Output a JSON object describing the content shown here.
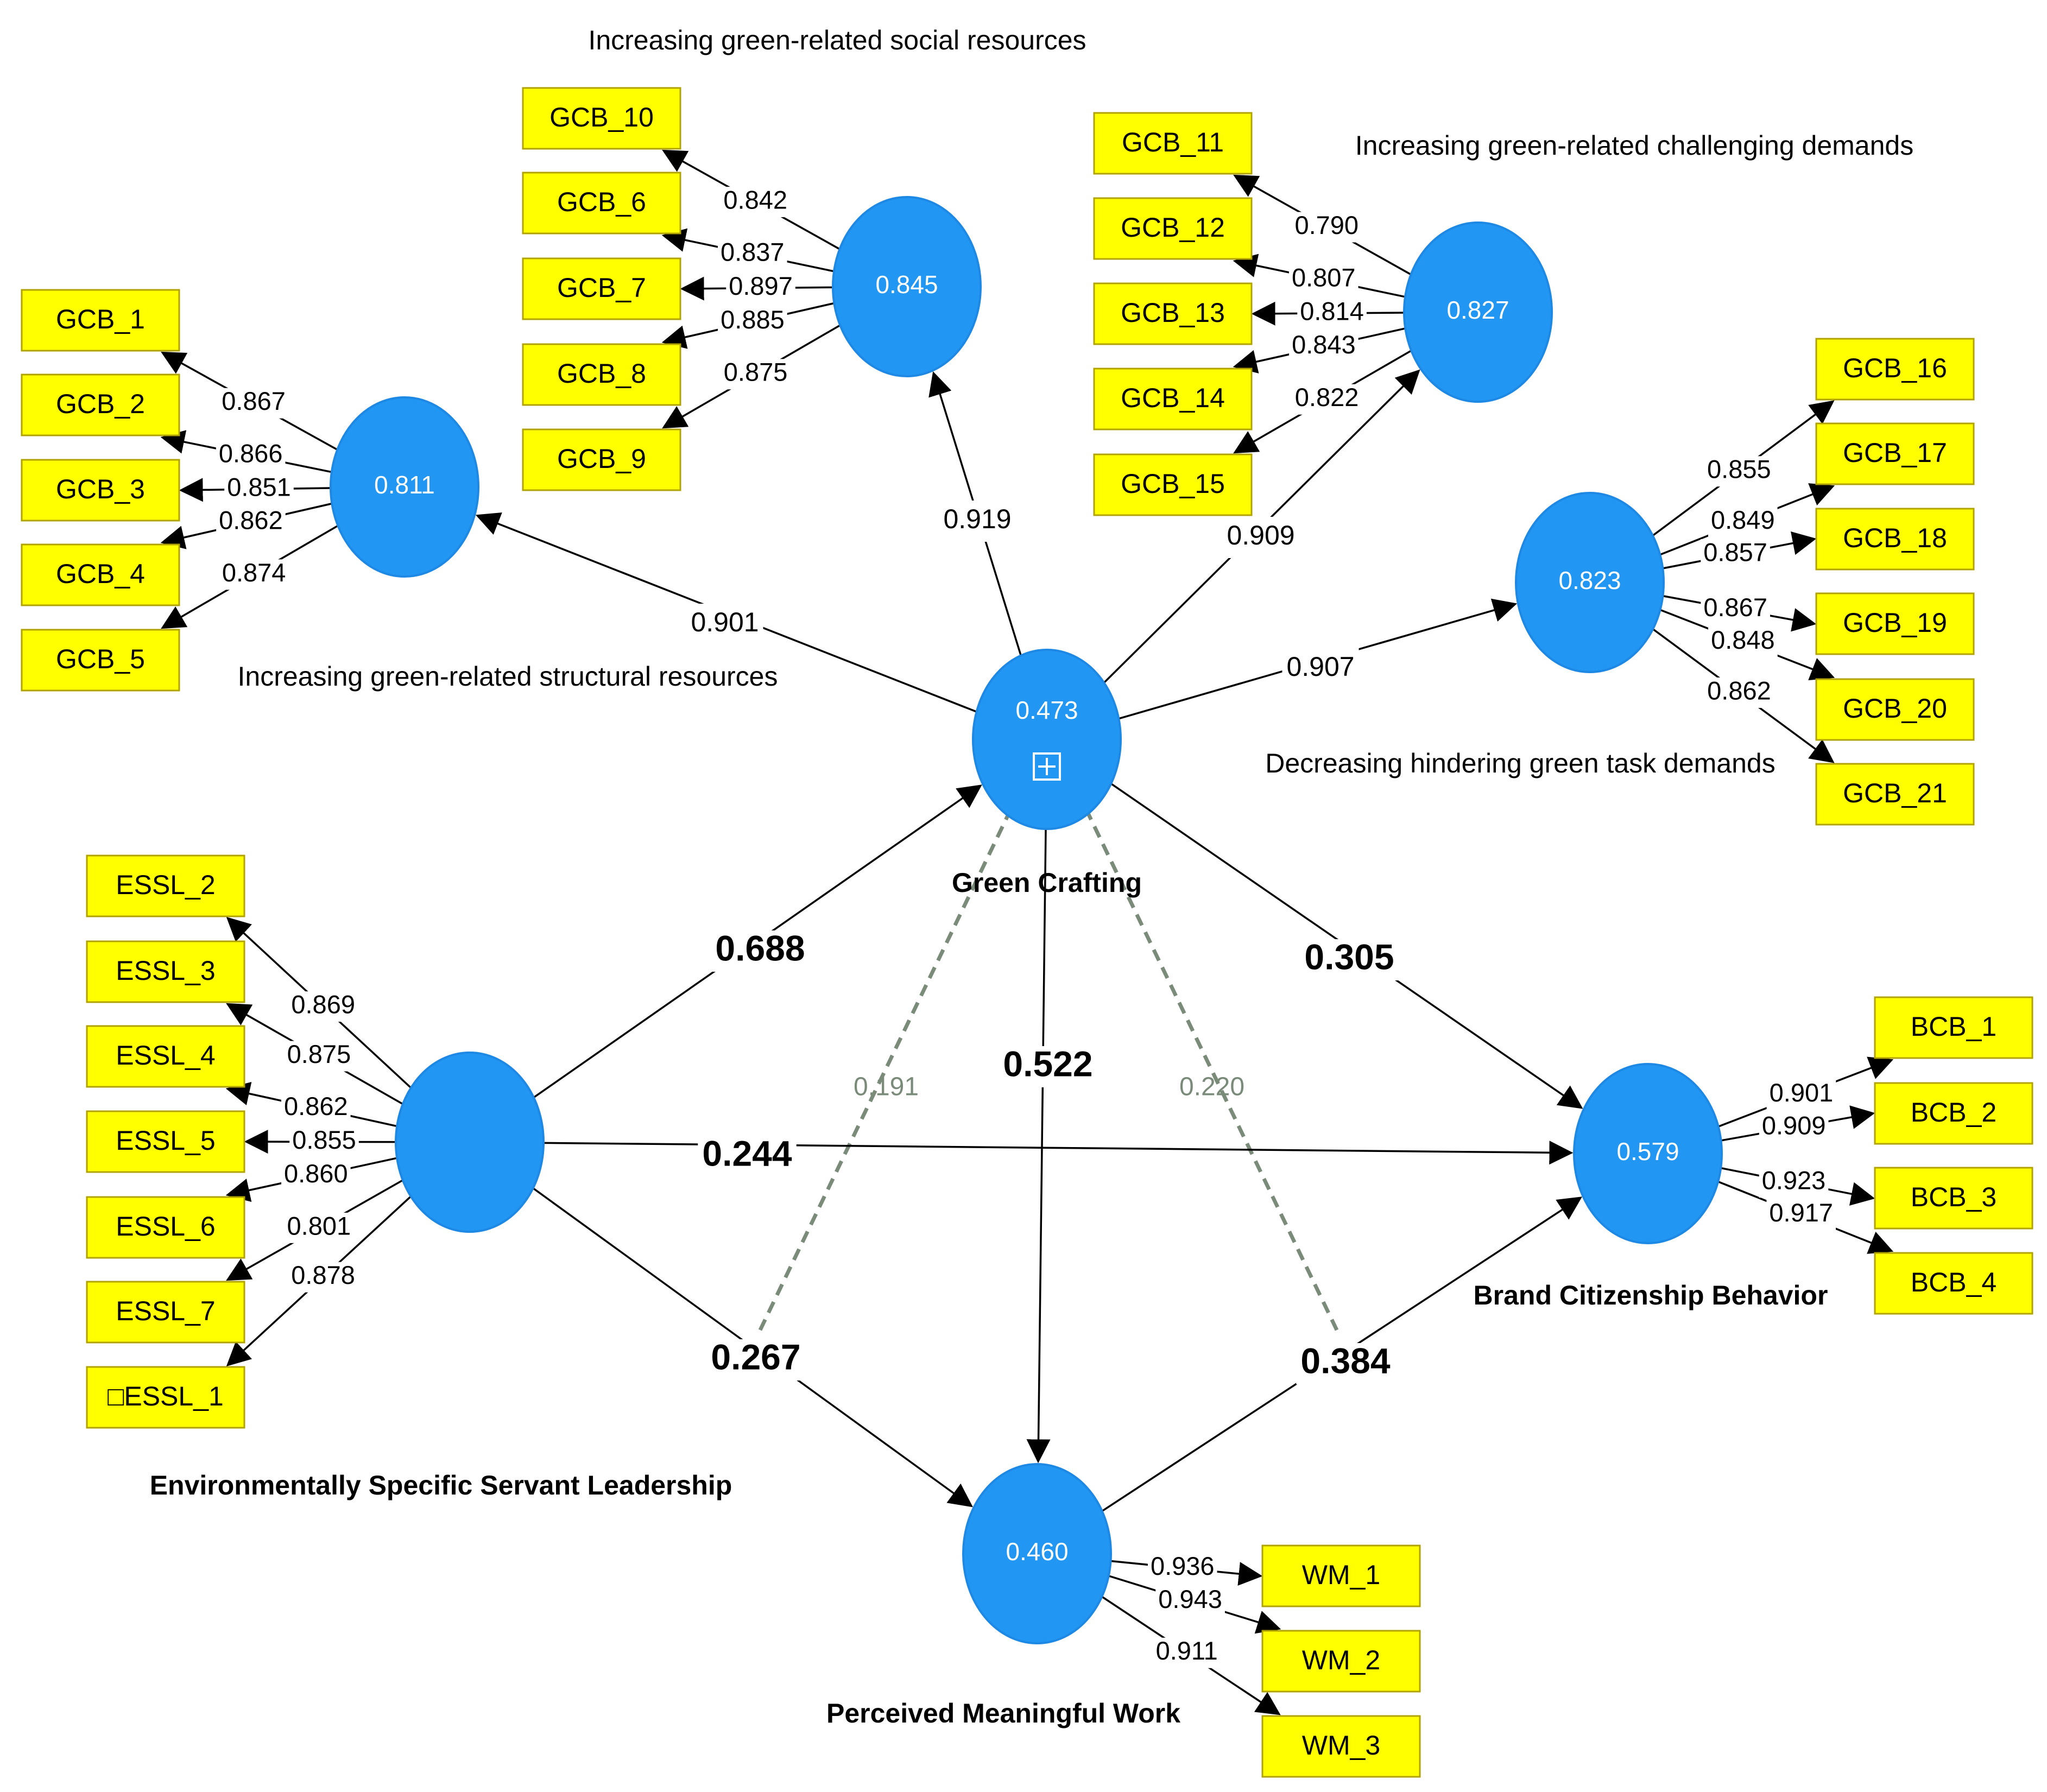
{
  "constructs": [
    {
      "id": "GC",
      "value": "0.473",
      "name": "Green Crafting",
      "icon": "plus-box-icon"
    },
    {
      "id": "SR",
      "value": "0.811",
      "name": "Increasing green-related structural resources"
    },
    {
      "id": "SO",
      "value": "0.845",
      "name": "Increasing green-related social resources"
    },
    {
      "id": "CD",
      "value": "0.827",
      "name": "Increasing green-related challenging demands"
    },
    {
      "id": "HD",
      "value": "0.823",
      "name": "Decreasing hindering green task demands"
    },
    {
      "id": "ESSL",
      "value": "",
      "name": "Environmentally Specific Servant Leadership"
    },
    {
      "id": "BCB",
      "value": "0.579",
      "name": "Brand Citizenship Behavior"
    },
    {
      "id": "PMW",
      "value": "0.460",
      "name": "Perceived Meaningful Work"
    }
  ],
  "indicators": {
    "SR": [
      {
        "name": "GCB_1",
        "loading": "0.867"
      },
      {
        "name": "GCB_2",
        "loading": "0.866"
      },
      {
        "name": "GCB_3",
        "loading": "0.851"
      },
      {
        "name": "GCB_4",
        "loading": "0.862"
      },
      {
        "name": "GCB_5",
        "loading": "0.874"
      }
    ],
    "SO": [
      {
        "name": "GCB_10",
        "loading": "0.842"
      },
      {
        "name": "GCB_6",
        "loading": "0.837"
      },
      {
        "name": "GCB_7",
        "loading": "0.897"
      },
      {
        "name": "GCB_8",
        "loading": "0.885"
      },
      {
        "name": "GCB_9",
        "loading": "0.875"
      }
    ],
    "CD": [
      {
        "name": "GCB_11",
        "loading": "0.790"
      },
      {
        "name": "GCB_12",
        "loading": "0.807"
      },
      {
        "name": "GCB_13",
        "loading": "0.814"
      },
      {
        "name": "GCB_14",
        "loading": "0.843"
      },
      {
        "name": "GCB_15",
        "loading": "0.822"
      }
    ],
    "HD": [
      {
        "name": "GCB_16",
        "loading": "0.855"
      },
      {
        "name": "GCB_17",
        "loading": "0.849"
      },
      {
        "name": "GCB_18",
        "loading": "0.857"
      },
      {
        "name": "GCB_19",
        "loading": "0.867"
      },
      {
        "name": "GCB_20",
        "loading": "0.848"
      },
      {
        "name": "GCB_21",
        "loading": "0.862"
      }
    ],
    "ESSL": [
      {
        "name": "ESSL_2",
        "loading": "0.869"
      },
      {
        "name": "ESSL_3",
        "loading": "0.875"
      },
      {
        "name": "ESSL_4",
        "loading": "0.862"
      },
      {
        "name": "ESSL_5",
        "loading": "0.855"
      },
      {
        "name": "ESSL_6",
        "loading": "0.860"
      },
      {
        "name": "ESSL_7",
        "loading": "0.801"
      },
      {
        "name": "□ESSL_1",
        "loading": "0.878"
      }
    ],
    "BCB": [
      {
        "name": "BCB_1",
        "loading": "0.901"
      },
      {
        "name": "BCB_2",
        "loading": "0.909"
      },
      {
        "name": "BCB_3",
        "loading": "0.923"
      },
      {
        "name": "BCB_4",
        "loading": "0.917"
      }
    ],
    "PMW": [
      {
        "name": "WM_1",
        "loading": "0.936"
      },
      {
        "name": "WM_2",
        "loading": "0.943"
      },
      {
        "name": "WM_3",
        "loading": "0.911"
      }
    ]
  },
  "paths": {
    "second_order": [
      {
        "from": "GC",
        "to": "SR",
        "value": "0.901"
      },
      {
        "from": "GC",
        "to": "SO",
        "value": "0.919"
      },
      {
        "from": "GC",
        "to": "CD",
        "value": "0.909"
      },
      {
        "from": "GC",
        "to": "HD",
        "value": "0.907"
      }
    ],
    "structural": [
      {
        "from": "ESSL",
        "to": "GC",
        "value": "0.688"
      },
      {
        "from": "ESSL",
        "to": "BCB",
        "value": "0.244"
      },
      {
        "from": "ESSL",
        "to": "PMW",
        "value": "0.267"
      },
      {
        "from": "GC",
        "to": "PMW",
        "value": "0.522"
      },
      {
        "from": "GC",
        "to": "BCB",
        "value": "0.305"
      },
      {
        "from": "PMW",
        "to": "BCB",
        "value": "0.384"
      }
    ],
    "interaction": [
      {
        "value": "0.191"
      },
      {
        "value": "0.220"
      }
    ]
  },
  "colors": {
    "indicator_fill": "#ffff00",
    "construct_fill": "#2196f3",
    "interaction_line": "#7a8b7a"
  }
}
